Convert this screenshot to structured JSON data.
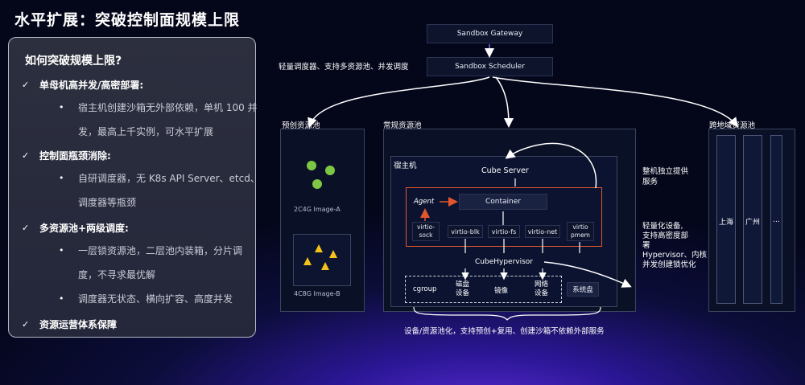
{
  "title": "水平扩展：突破控制面规模上限",
  "panel": {
    "heading": "如何突破规模上限?",
    "check_mark": "✓",
    "bullet_mark": "•",
    "items": [
      {
        "label": "单母机高并发/高密部署:",
        "sub": [
          "宿主机创建沙箱无外部依赖，单机 100 并发，最高上千实例，可水平扩展"
        ]
      },
      {
        "label": "控制面瓶颈消除:",
        "sub": [
          "自研调度器，无 K8s API Server、etcd、调度器等瓶颈"
        ]
      },
      {
        "label": "多资源池+两级调度:",
        "sub": [
          "一层锁资源池，二层池内装箱，分片调度，不寻求最优解",
          "调度器无状态、横向扩容、高度并发"
        ]
      },
      {
        "label": "资源运营体系保障",
        "sub": []
      }
    ]
  },
  "diagram": {
    "gateway": "Sandbox Gateway",
    "scheduler": "Sandbox Scheduler",
    "scheduler_note": "轻量调度器、支持多资源池、并发调度",
    "pre_pool": {
      "title": "预创资源池",
      "image_a": "2C4G Image-A",
      "image_b": "4C8G Image-B"
    },
    "normal_pool": {
      "title": "常规资源池",
      "host": "宿主机",
      "cube_server": "Cube Server",
      "agent": "Agent",
      "container": "Container",
      "virtio": [
        "virtio-\nsock",
        "virtio-blk",
        "virtio-fs",
        "virtio-net",
        "virtio\npmem"
      ],
      "hypervisor": "CubeHypervisor",
      "devices": [
        "cgroup",
        "磁盘\n设备",
        "镜像",
        "网络\n设备"
      ],
      "system_disk": "系统盘"
    },
    "cross_pool": {
      "title": "跨地域资源池",
      "regions": [
        "上海",
        "广州",
        "..."
      ]
    },
    "note_right_1": "整机独立提供\n服务",
    "note_right_2": "轻量化设备,\n支持高密度部\n署\nHypervisor、内核\n并发创建锁优化",
    "bottom_note": "设备/资源池化，支持预创+复用、创建沙箱不依赖外部服务",
    "colors": {
      "accent_red": "#e0562e",
      "green": "#7dc843",
      "yellow": "#f2c417"
    }
  }
}
